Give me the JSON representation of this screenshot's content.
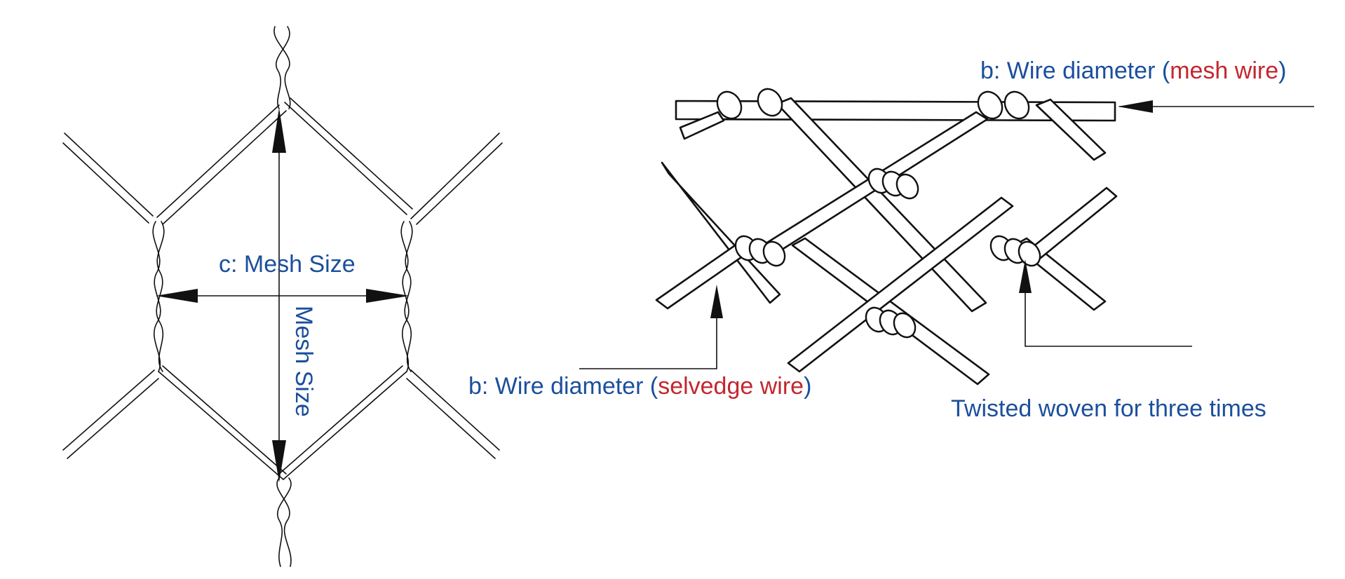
{
  "left_panel": {
    "horizontal_label": "c: Mesh Size",
    "vertical_label": "Mesh Size"
  },
  "right_panel": {
    "mesh_wire_label": {
      "prefix": "b: Wire diameter (",
      "highlight": "mesh wire",
      "suffix": ")"
    },
    "selvedge_wire_label": {
      "prefix": "b: Wire diameter (",
      "highlight": "selvedge wire",
      "suffix": ")"
    },
    "twist_label": "Twisted woven for three times"
  },
  "colors": {
    "label_blue": "#1b4f9c",
    "highlight_red": "#c4262e",
    "line_black": "#111111"
  }
}
